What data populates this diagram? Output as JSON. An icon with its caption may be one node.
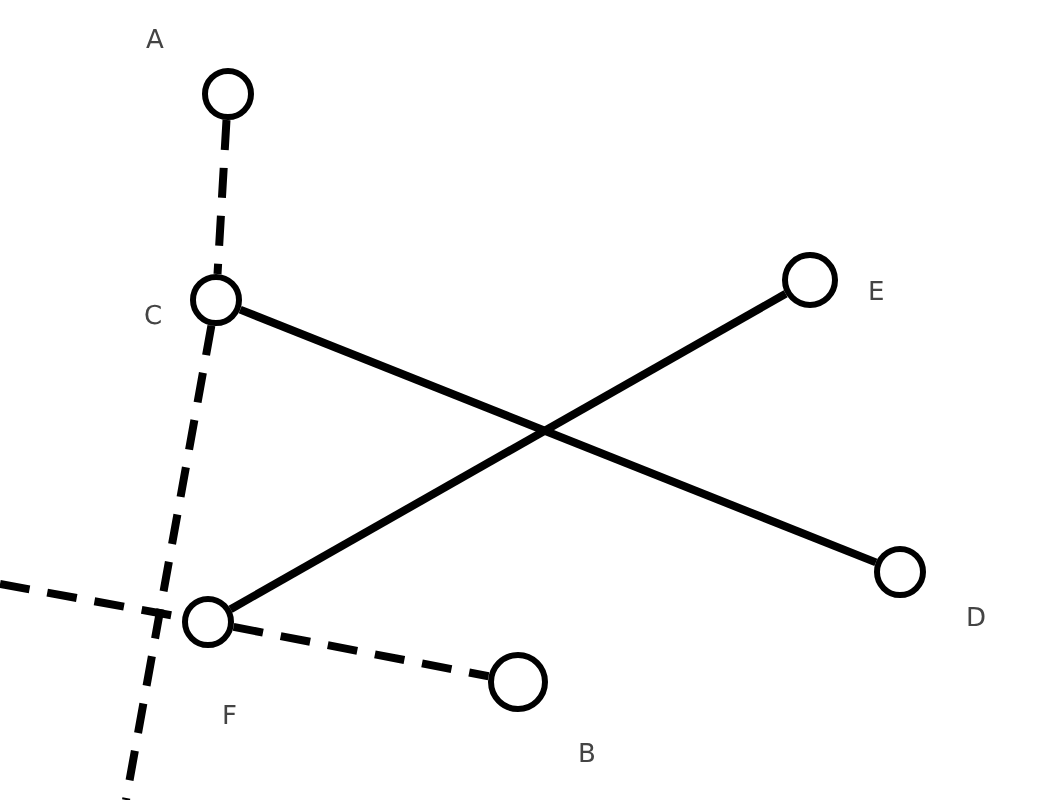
{
  "diagram": {
    "nodes": [
      {
        "text": [],
        "shape": "circle",
        "beside": [
          "A"
        ]
      },
      {
        "text": [],
        "shape": "circle",
        "beside": [
          "C"
        ]
      },
      {
        "text": [],
        "shape": "circle",
        "beside": [
          "E"
        ]
      },
      {
        "text": [],
        "shape": "circle",
        "beside": [
          "D"
        ]
      },
      {
        "text": [],
        "shape": "circle",
        "beside": [
          "F"
        ]
      },
      {
        "text": [],
        "shape": "circle",
        "beside": [
          "B"
        ]
      }
    ],
    "edges": [
      {
        "from": 0,
        "to": 1,
        "arrow": "none",
        "style": "dashed"
      },
      {
        "from": 1,
        "to": null,
        "arrow": "none",
        "style": "dashed"
      },
      {
        "from": 1,
        "to": 3,
        "arrow": "none"
      },
      {
        "from": 4,
        "to": 2,
        "arrow": "none"
      },
      {
        "from": null,
        "to": 4,
        "arrow": "none",
        "style": "dashed"
      },
      {
        "from": 4,
        "to": 5,
        "arrow": "none",
        "style": "dashed"
      }
    ]
  }
}
